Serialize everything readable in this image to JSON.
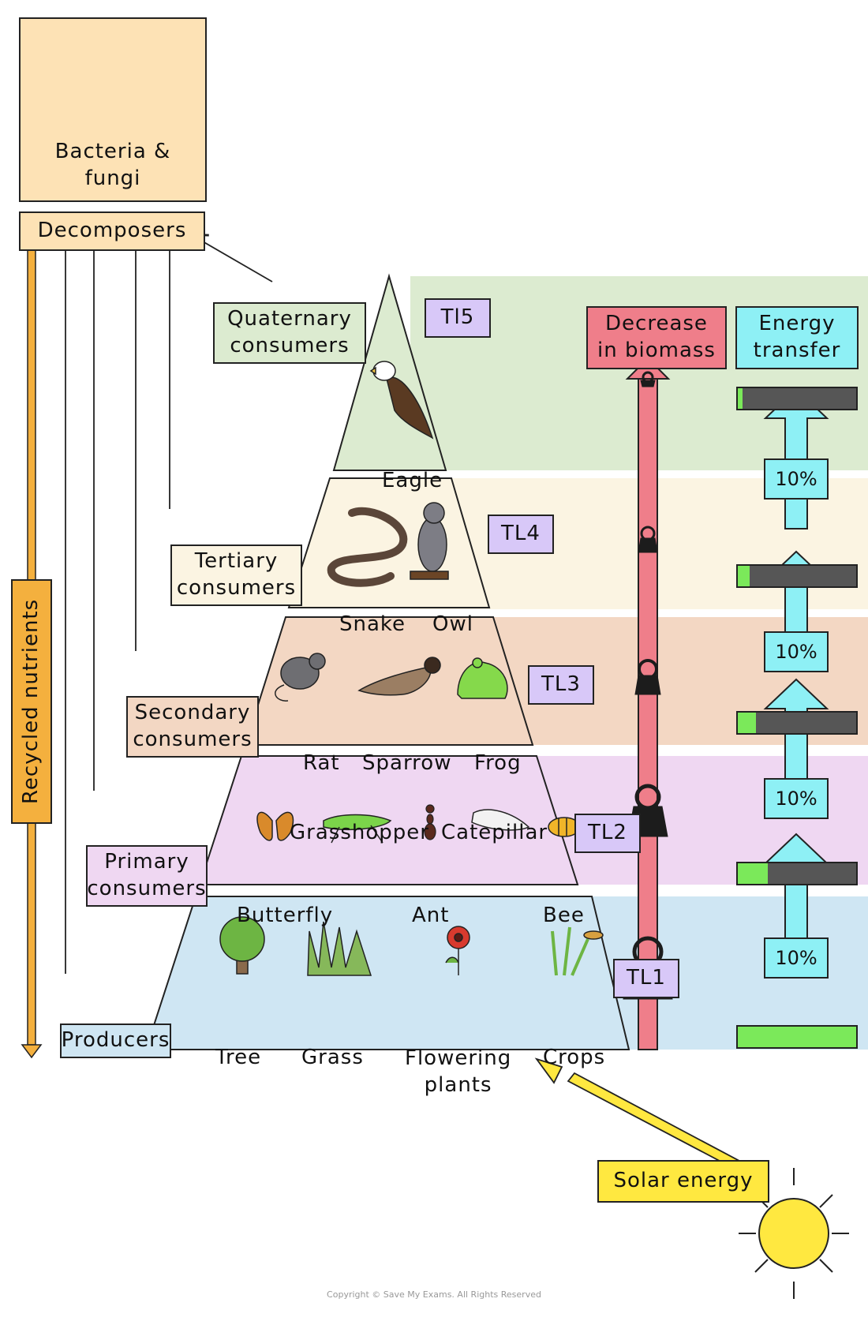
{
  "decomposers": {
    "organisms_label": "Bacteria &\nfungi",
    "title": "Decomposers"
  },
  "recycled_nutrients": "Recycled nutrients",
  "consumer_labels": {
    "quaternary": "Quaternary\nconsumers",
    "tertiary": "Tertiary\nconsumers",
    "secondary": "Secondary\nconsumers",
    "primary": "Primary\nconsumers",
    "producers": "Producers"
  },
  "levels": [
    {
      "tag": "Tl5",
      "organisms": [
        "Eagle"
      ]
    },
    {
      "tag": "TL4",
      "organisms": [
        "Snake",
        "Owl"
      ]
    },
    {
      "tag": "TL3",
      "organisms": [
        "Rat",
        "Sparrow",
        "Frog"
      ]
    },
    {
      "tag": "TL2",
      "organisms": [
        "Grasshopper",
        "Catepillar",
        "Butterfly",
        "Ant",
        "Bee"
      ]
    },
    {
      "tag": "TL1",
      "organisms": [
        "Tree",
        "Grass",
        "Flowering\nplants",
        "Crops"
      ]
    }
  ],
  "biomass": {
    "label": "Decrease\nin biomass"
  },
  "energy": {
    "label": "Energy\ntransfer",
    "percent_labels": [
      "10%",
      "10%",
      "10%",
      "10%"
    ],
    "remaining_fraction_by_level": [
      0.04,
      0.1,
      0.15,
      0.25,
      1.0
    ]
  },
  "solar_energy": "Solar energy",
  "copyright": "Copyright © Save My Exams. All Rights Reserved",
  "colors": {
    "tl5": "#dcebd0",
    "tl4": "#fbf4e2",
    "tl3": "#f3d7c3",
    "tl2": "#efd7f2",
    "tl1": "#cfe6f3",
    "tag": "#d8c8f8",
    "decomposer": "#fde2b5",
    "recycled": "#f4b03e",
    "biomass": "#ef7e8a",
    "energy": "#8ef0f5",
    "energy_fill": "#7be95a",
    "solar": "#ffe840"
  }
}
